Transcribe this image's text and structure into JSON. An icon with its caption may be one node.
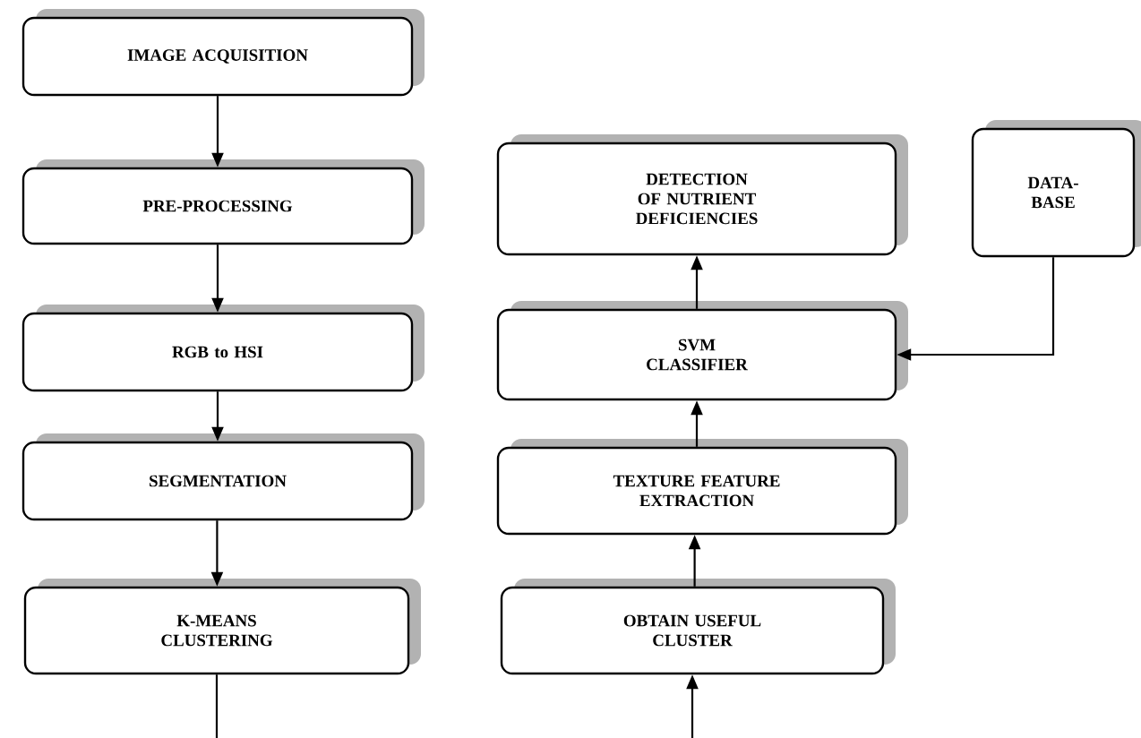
{
  "diagram": {
    "nodes": [
      {
        "text": [
          "IMAGE ACQUISITION"
        ]
      },
      {
        "text": [
          "PRE-PROCESSING"
        ]
      },
      {
        "text": [
          "RGB to HSI"
        ]
      },
      {
        "text": [
          "SEGMENTATION"
        ]
      },
      {
        "text": [
          "K-MEANS CLUSTERING"
        ]
      },
      {
        "text": [
          "DETECTION OF NUTRIENT DEFICIENCIES"
        ]
      },
      {
        "text": [
          "DATA-BASE"
        ]
      },
      {
        "text": [
          "SVM CLASSIFIER"
        ]
      },
      {
        "text": [
          "TEXTURE FEATURE EXTRACTION"
        ]
      },
      {
        "text": [
          "OBTAIN USEFUL CLUSTER"
        ]
      }
    ],
    "edges": [
      {
        "from": 0,
        "to": 1,
        "arrow": "to"
      },
      {
        "from": 1,
        "to": 2,
        "arrow": "to"
      },
      {
        "from": 2,
        "to": 3,
        "arrow": "to"
      },
      {
        "from": 3,
        "to": 4,
        "arrow": "to"
      },
      {
        "from": 4,
        "to": 9,
        "arrow": "to"
      },
      {
        "from": 9,
        "to": 8,
        "arrow": "to"
      },
      {
        "from": 8,
        "to": 7,
        "arrow": "to"
      },
      {
        "from": 7,
        "to": 5,
        "arrow": "to"
      },
      {
        "from": 6,
        "to": 7,
        "arrow": "to"
      }
    ]
  }
}
